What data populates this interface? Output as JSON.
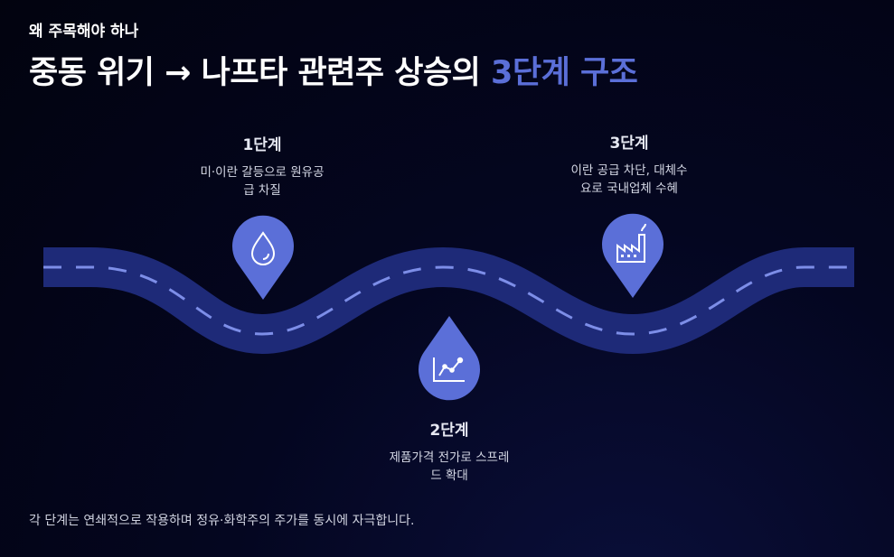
{
  "header": {
    "eyebrow": "왜 주목해야 하나",
    "title_main": "중동 위기 → 나프타 관련주 상승의 ",
    "title_highlight": "3단계 구조"
  },
  "steps": [
    {
      "title": "1단계",
      "desc_line1": "미·이란 갈등으로 원유공",
      "desc_line2": "급 차질",
      "icon": "droplet-icon"
    },
    {
      "title": "2단계",
      "desc_line1": "제품가격 전가로 스프레",
      "desc_line2": "드 확대",
      "icon": "line-chart-icon"
    },
    {
      "title": "3단계",
      "desc_line1": "이란 공급 차단, 대체수",
      "desc_line2": "요로 국내업체 수혜",
      "icon": "factory-icon"
    }
  ],
  "colors": {
    "accent": "#5b6fd8",
    "road": "#1e2a78",
    "road_dash": "#7d8ee8",
    "pin": "#5b6fd8",
    "background": "#040620"
  },
  "footer": "각 단계는 연쇄적으로 작용하며 정유·화학주의 주가를 동시에 자극합니다."
}
